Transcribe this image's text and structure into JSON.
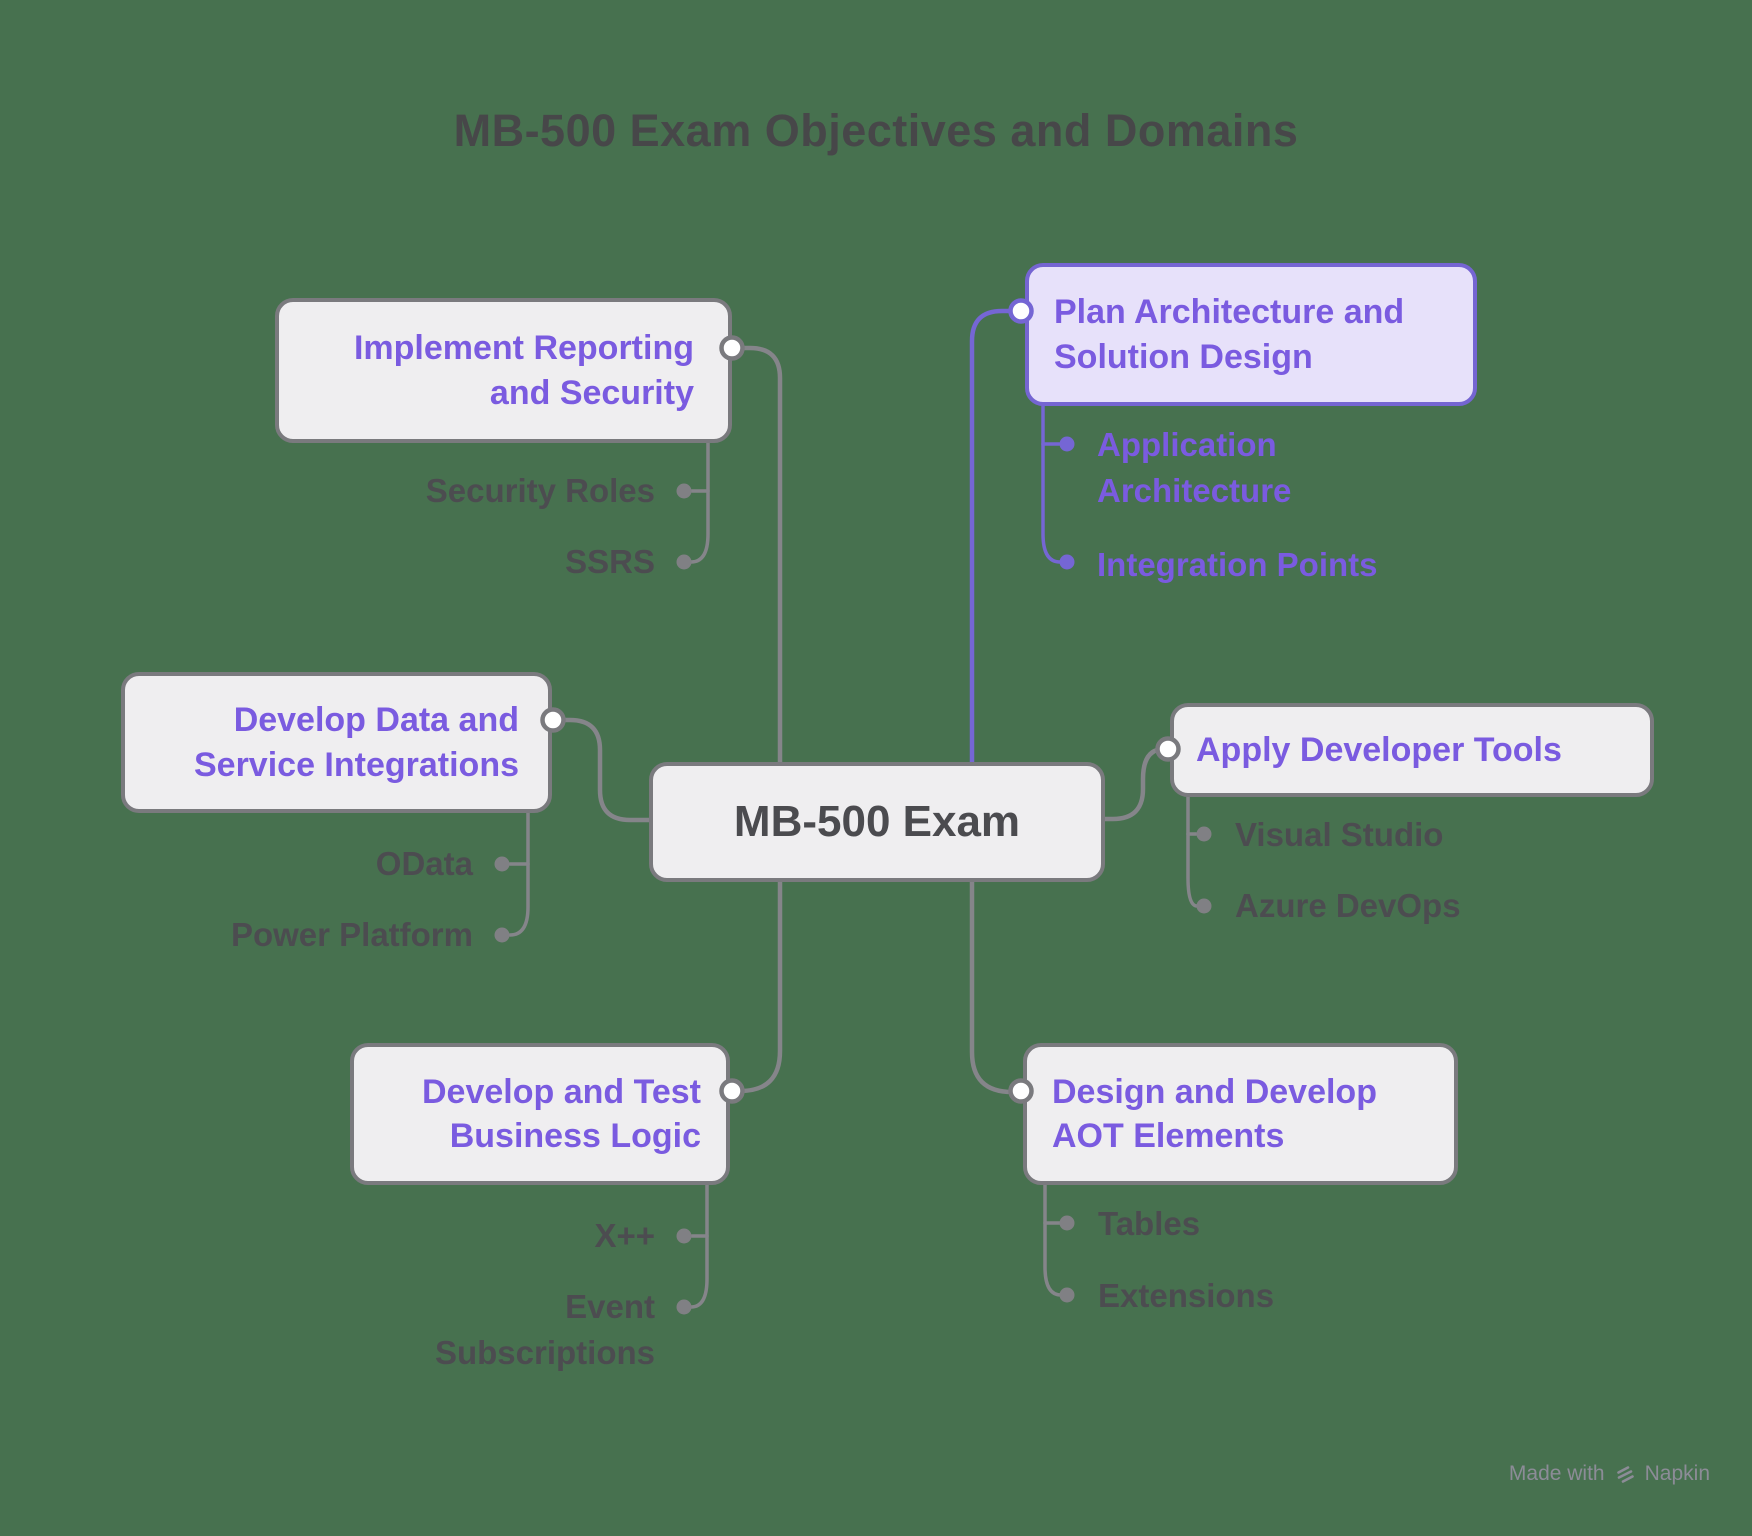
{
  "title": "MB-500 Exam Objectives and Domains",
  "center_label": "MB-500 Exam",
  "branches": {
    "implement_reporting": {
      "label": "Implement Reporting and Security",
      "children": [
        "Security Roles",
        "SSRS"
      ]
    },
    "plan_architecture": {
      "label": "Plan Architecture and Solution Design",
      "children": [
        "Application Architecture",
        "Integration Points"
      ],
      "highlighted": true
    },
    "develop_data": {
      "label": "Develop Data and Service Integrations",
      "children": [
        "OData",
        "Power Platform"
      ]
    },
    "apply_developer_tools": {
      "label": "Apply Developer Tools",
      "children": [
        "Visual Studio",
        "Azure DevOps"
      ]
    },
    "develop_test": {
      "label": "Develop and Test Business Logic",
      "children": [
        "X++",
        "Event Subscriptions"
      ]
    },
    "design_aot": {
      "label": "Design and Develop AOT Elements",
      "children": [
        "Tables",
        "Extensions"
      ]
    }
  },
  "watermark": {
    "prefix": "Made with",
    "brand": "Napkin"
  },
  "colors": {
    "background": "#47714F",
    "node_fill": "#EFEEF0",
    "node_border": "#7A7A7E",
    "highlight_fill": "#E7E1FA",
    "highlight_border": "#7565D2",
    "accent_text": "#7A5BE0",
    "dark_text": "#4B4B4F",
    "connector_gray": "#85858A",
    "connector_purple": "#7566D4",
    "watermark_gray": "#8C8C97"
  }
}
